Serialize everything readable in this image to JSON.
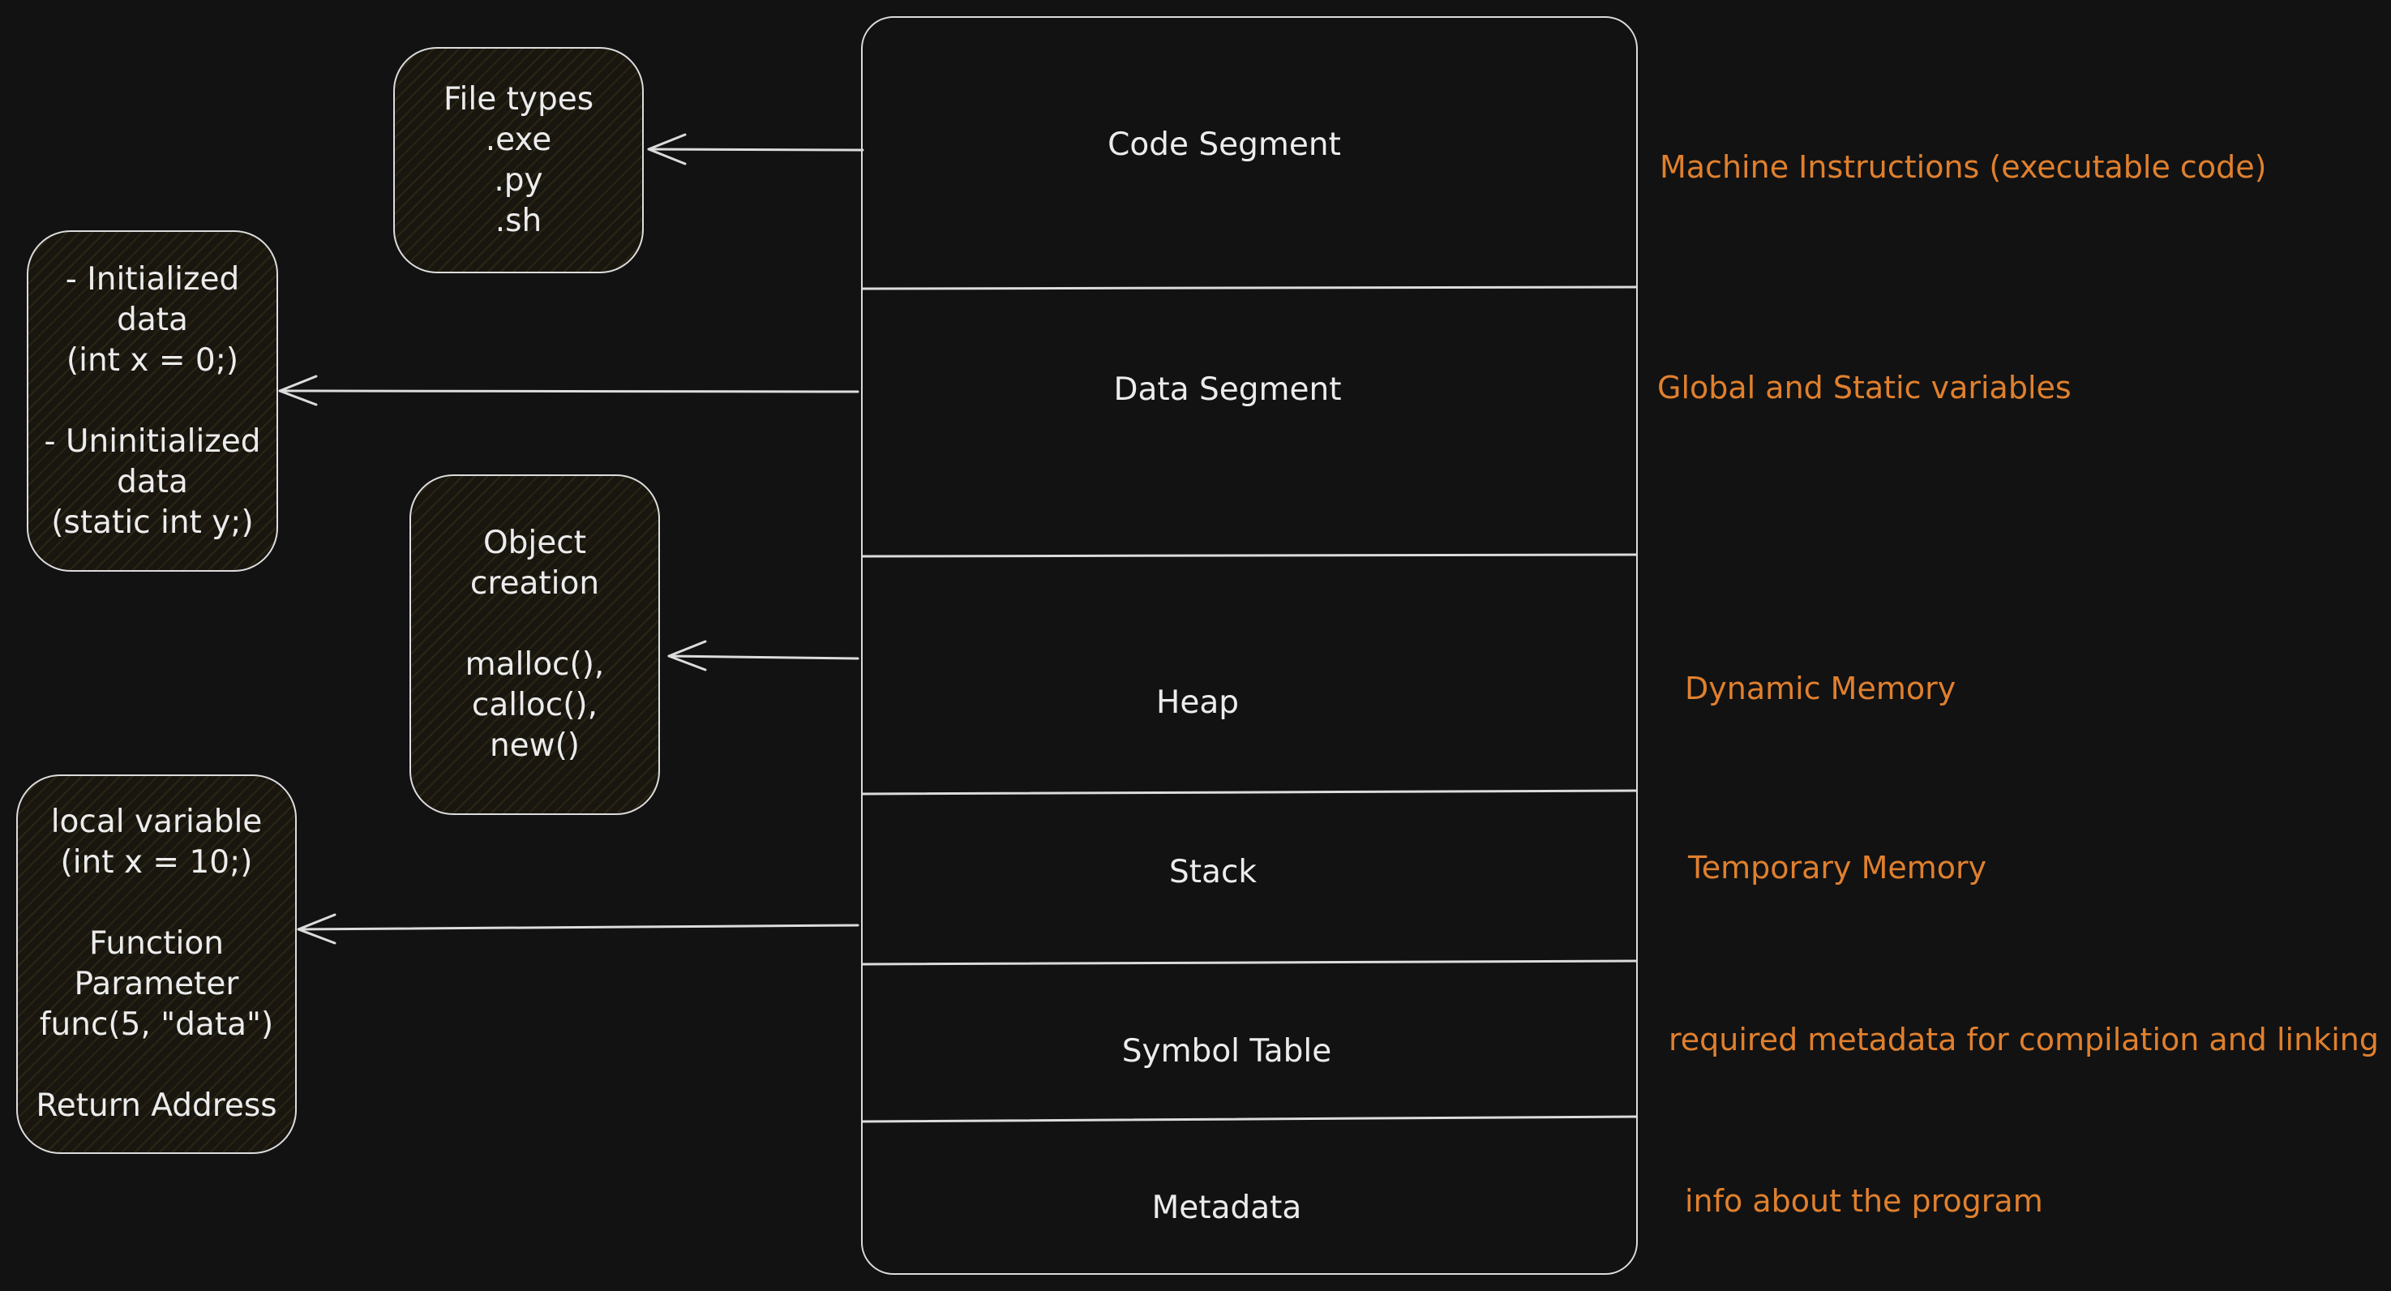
{
  "memory_layout": {
    "segments": [
      {
        "label": "Code Segment"
      },
      {
        "label": "Data Segment"
      },
      {
        "label": "Heap"
      },
      {
        "label": "Stack"
      },
      {
        "label": "Symbol Table"
      },
      {
        "label": "Metadata"
      }
    ]
  },
  "notes": {
    "code": "Machine Instructions (executable code)",
    "data": "Global and Static variables",
    "heap": "Dynamic Memory",
    "stack": "Temporary Memory",
    "symbol": "required metadata for compilation and linking",
    "metadata": "info about the program"
  },
  "callouts": {
    "file_types": "File types\n.exe\n.py\n.sh",
    "data_kinds": "- Initialized\ndata\n(int x = 0;)\n\n- Uninitialized\ndata\n(static int y;)",
    "object_creation": "Object\ncreation\n\nmalloc(),\ncalloc(),\nnew()",
    "stack_items": "local variable\n(int x = 10;)\n\nFunction\nParameter\nfunc(5, \"data\")\n\nReturn Address"
  },
  "colors": {
    "background": "#121212",
    "stroke": "#dcdcdc",
    "note_text": "#e0802e"
  }
}
